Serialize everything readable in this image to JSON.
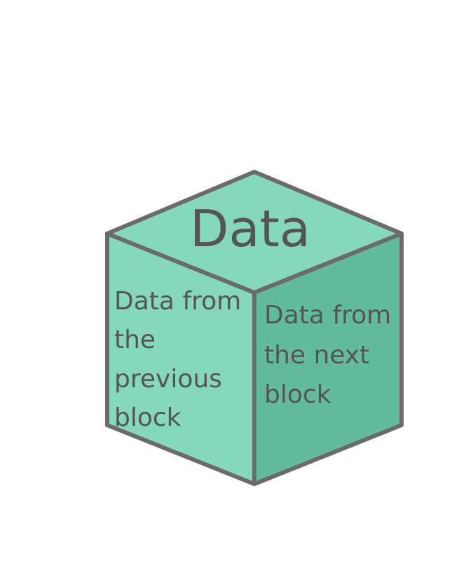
{
  "cube": {
    "top_label": "Data",
    "left_label": [
      "Data from",
      "the",
      "previous",
      "block"
    ],
    "right_label": [
      "Data from",
      "the next",
      "block"
    ]
  },
  "colors": {
    "top_face": "#85d8bb",
    "left_face": "#85d8bb",
    "right_face": "#62bb9c",
    "edge": "#6b6b6b",
    "text": "#555555"
  }
}
